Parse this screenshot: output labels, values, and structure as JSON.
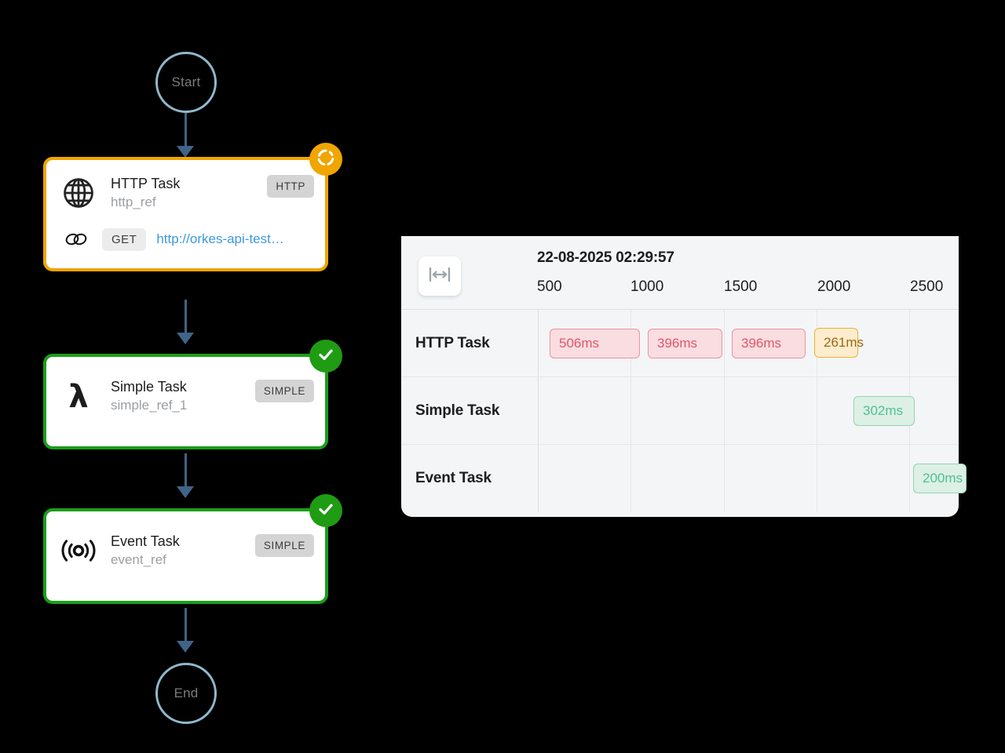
{
  "workflow": {
    "start_node": {
      "label": "Start",
      "icon": "start-circle-icon"
    },
    "end_node": {
      "label": "End",
      "icon": "end-circle-icon"
    },
    "nodes": [
      {
        "name": "HTTP Task",
        "ref": "http_ref",
        "type_badge": "HTTP",
        "icon": "globe-icon",
        "status": "running",
        "status_icon": "spinner-icon",
        "status_color": "#f0a500",
        "http": {
          "link_icon": "chain-link-icon",
          "method": "GET",
          "url": "http://orkes-api-test…"
        }
      },
      {
        "name": "Simple Task",
        "ref": "simple_ref_1",
        "type_badge": "SIMPLE",
        "icon": "lambda-icon",
        "status": "completed",
        "status_icon": "check-icon",
        "status_color": "#1f9c13"
      },
      {
        "name": "Event Task",
        "ref": "event_ref",
        "type_badge": "SIMPLE",
        "icon": "broadcast-icon",
        "status": "completed",
        "status_icon": "check-icon",
        "status_color": "#1f9c13"
      }
    ]
  },
  "timeline": {
    "fit_button_icon": "fit-width-icon",
    "date": "22-08-2025 02:29:57",
    "axis_ticks": [
      "500",
      "1000",
      "1500",
      "2000",
      "2500"
    ],
    "rows": [
      {
        "label": "HTTP Task",
        "bars": [
          {
            "label": "506ms",
            "status": "failed"
          },
          {
            "label": "396ms",
            "status": "failed"
          },
          {
            "label": "396ms",
            "status": "failed"
          },
          {
            "label": "261ms",
            "status": "running"
          }
        ]
      },
      {
        "label": "Simple Task",
        "bars": [
          {
            "label": "302ms",
            "status": "completed"
          }
        ]
      },
      {
        "label": "Event Task",
        "bars": [
          {
            "label": "200ms",
            "status": "completed"
          }
        ]
      }
    ]
  },
  "chart_data": {
    "type": "bar",
    "title": "22-08-2025 02:29:57",
    "xlabel": "",
    "ylabel": "",
    "xlim": [
      0,
      2800
    ],
    "xticks": [
      500,
      1000,
      1500,
      2000,
      2500
    ],
    "categories": [
      "HTTP Task",
      "Simple Task",
      "Event Task"
    ],
    "grid": true,
    "legend": "none",
    "series": [
      {
        "name": "HTTP Task",
        "segments": [
          {
            "label": "506ms",
            "duration_ms": 506,
            "start_ms": 70,
            "status": "failed"
          },
          {
            "label": "396ms",
            "duration_ms": 396,
            "start_ms": 600,
            "status": "failed"
          },
          {
            "label": "396ms",
            "duration_ms": 396,
            "start_ms": 1050,
            "status": "failed"
          },
          {
            "label": "261ms",
            "duration_ms": 261,
            "start_ms": 1495,
            "status": "running"
          }
        ]
      },
      {
        "name": "Simple Task",
        "segments": [
          {
            "label": "302ms",
            "duration_ms": 302,
            "start_ms": 1950,
            "status": "completed"
          }
        ]
      },
      {
        "name": "Event Task",
        "segments": [
          {
            "label": "200ms",
            "duration_ms": 200,
            "start_ms": 2300,
            "status": "completed"
          }
        ]
      }
    ]
  },
  "colors": {
    "running": "#f0a500",
    "completed": "#1f9c13",
    "failed": "#e0566d",
    "link": "#3b9ae1",
    "connector": "#3f6488",
    "terminal_stroke": "#8fb8cc"
  }
}
